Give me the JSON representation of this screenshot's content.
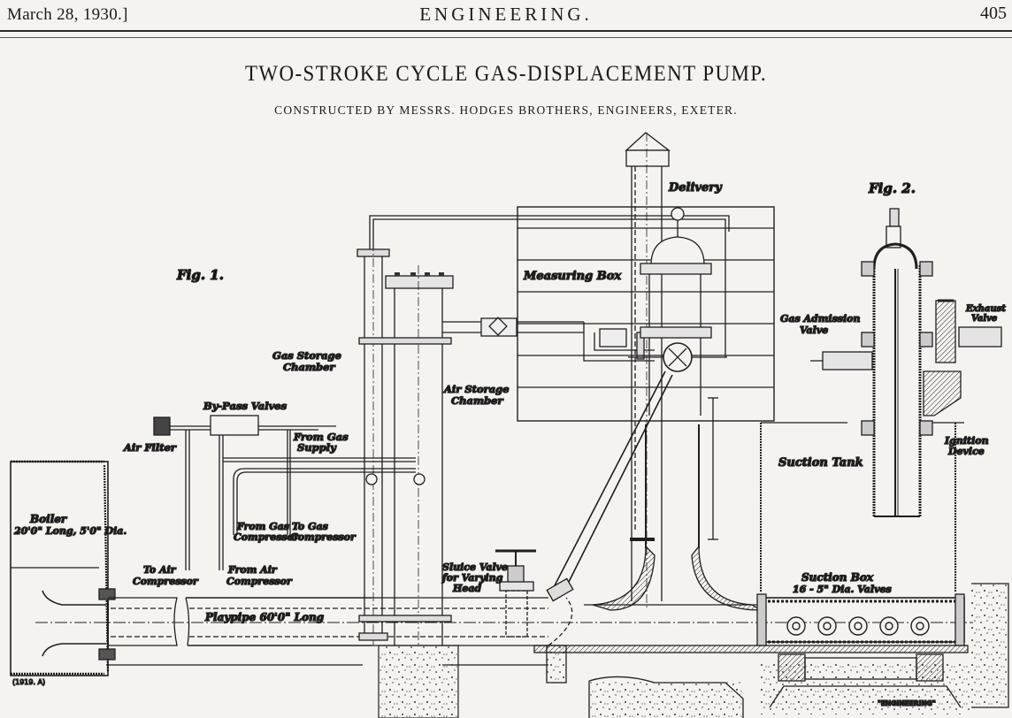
{
  "header": {
    "date": "March 28, 1930.]",
    "journal": "ENGINEERING.",
    "page_number": "405"
  },
  "article": {
    "title": "TWO-STROKE CYCLE GAS-DISPLACEMENT PUMP.",
    "subtitle": "CONSTRUCTED BY MESSRS. HODGES BROTHERS, ENGINEERS, EXETER."
  },
  "figures": {
    "fig1": "Fig. 1.",
    "fig2": "Fig. 2."
  },
  "labels": {
    "delivery": "Delivery",
    "measuring_box": "Measuring Box",
    "gas_storage_1": "Gas Storage",
    "gas_storage_2": "Chamber",
    "air_storage_1": "Air Storage",
    "air_storage_2": "Chamber",
    "bypass_valves": "By-Pass Valves",
    "air_filter": "Air Filter",
    "from_gas_supply_1": "From Gas",
    "from_gas_supply_2": "Supply",
    "boiler_1": "Boiler",
    "boiler_2": "20'0\" Long, 5'0\" Dia.",
    "from_gas_comp_1": "From Gas",
    "from_gas_comp_2": "Compressor",
    "to_gas_comp_1": "To Gas",
    "to_gas_comp_2": "Compressor",
    "to_air_comp_1": "To Air",
    "to_air_comp_2": "Compressor",
    "from_air_comp_1": "From Air",
    "from_air_comp_2": "Compressor",
    "sluice_1": "Sluice Valve",
    "sluice_2": "for Varying",
    "sluice_3": "Head",
    "playpipe": "Playpipe 60'0\" Long",
    "gas_admission_1": "Gas Admission",
    "gas_admission_2": "Valve",
    "exhaust_1": "Exhaust",
    "exhaust_2": "Valve",
    "ignition_1": "Ignition",
    "ignition_2": "Device",
    "suction_tank": "Suction Tank",
    "suction_box_1": "Suction Box",
    "suction_box_2": "16 - 5\" Dia. Valves",
    "drawing_ref": "(1919. A)",
    "credit": "\"ENGINEERING\""
  }
}
